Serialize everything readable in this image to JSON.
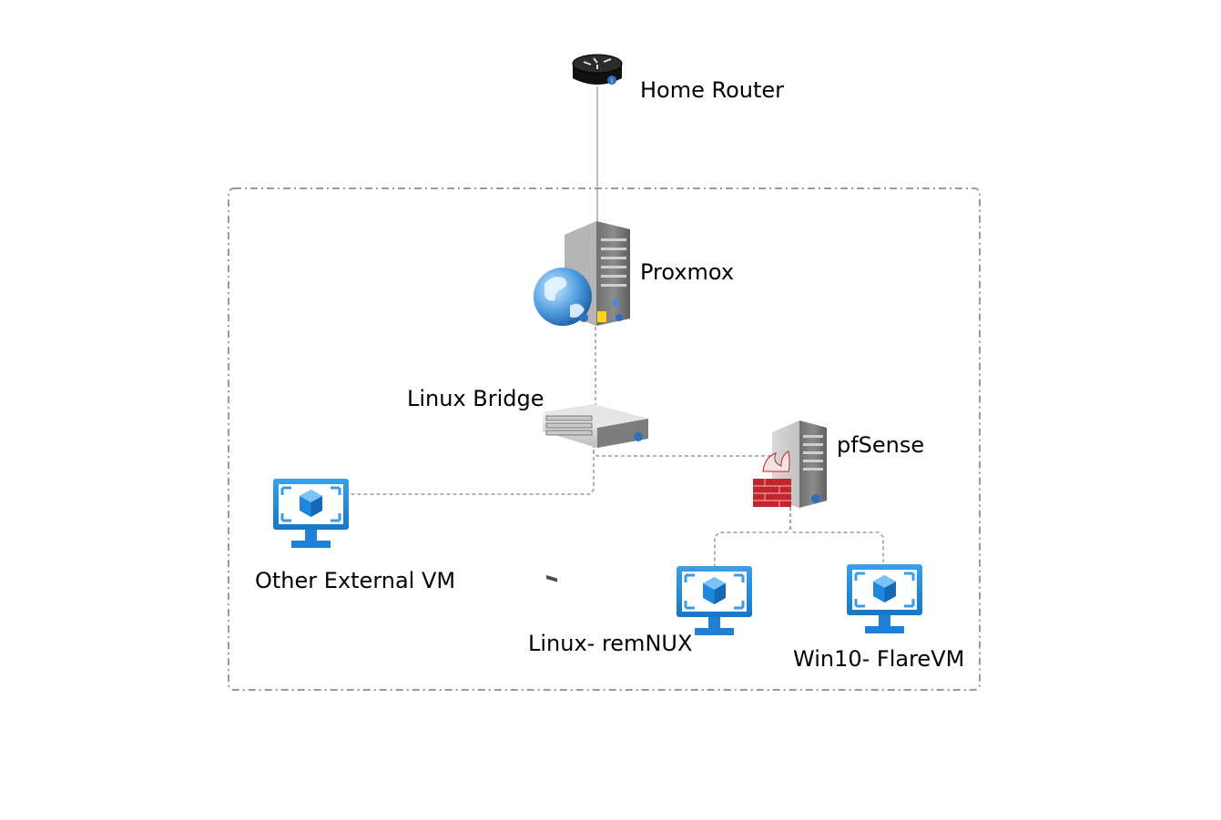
{
  "nodes": {
    "home_router": {
      "label": "Home Router",
      "icon": "router-icon"
    },
    "proxmox": {
      "label": "Proxmox",
      "icon": "server-globe-icon"
    },
    "linux_bridge": {
      "label": "Linux Bridge",
      "icon": "rack-server-icon"
    },
    "pfsense": {
      "label": "pfSense",
      "icon": "firewall-server-icon"
    },
    "other_vm": {
      "label": "Other External VM",
      "icon": "virtual-machine-icon"
    },
    "remnux": {
      "label": "Linux- remNUX",
      "icon": "virtual-machine-icon"
    },
    "flarevm": {
      "label": "Win10- FlareVM",
      "icon": "virtual-machine-icon"
    }
  },
  "colors": {
    "connector": "#9a9a9a",
    "vm_blue": "#1a8fe0",
    "server_grey": "#8a8a8a",
    "firewall_red": "#c0262b"
  }
}
